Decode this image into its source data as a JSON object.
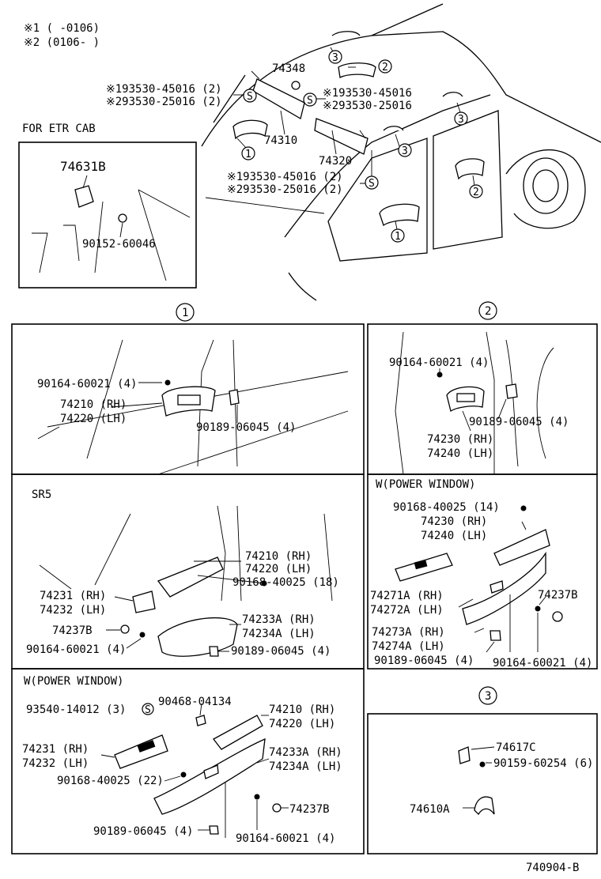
{
  "legend": {
    "note1": "※1 (     -0106)",
    "note2": "※2 (0106-      )"
  },
  "top": {
    "etr_cab_label": "FOR ETR CAB",
    "p74631B": "74631B",
    "p90152": "90152-60046",
    "p74348": "74348",
    "p74310": "74310",
    "p74320": "74320",
    "screw_a1": "※193530-45016 (2)",
    "screw_a2": "※293530-25016 (2)",
    "screw_b1": "※193530-45016",
    "screw_b2": "※293530-25016",
    "screw_c1": "※193530-45016 (2)",
    "screw_c2": "※293530-25016 (2)",
    "s_mark": "S",
    "num1": "1",
    "num2": "2",
    "num3": "3"
  },
  "sec1": {
    "title": "1",
    "a_bolt": "90164-60021 (4)",
    "a_rh": "74210 (RH)",
    "a_lh": "74220 (LH)",
    "a_clip": "90189-06045 (4)",
    "sr5_label": "SR5",
    "b_rh": "74210 (RH)",
    "b_lh": "74220 (LH)",
    "b_screw": "90168-40025 (18)",
    "b_sw_rh": "74231 (RH)",
    "b_sw_lh": "74232 (LH)",
    "b_arm_rh": "74233A (RH)",
    "b_arm_lh": "74234A (LH)",
    "b_plug": "74237B",
    "b_bolt": "90164-60021 (4)",
    "b_clip": "90189-06045 (4)",
    "pw_label": "W(POWER WINDOW)",
    "c_screw": "93540-14012 (3)",
    "c_s": "S",
    "c_nut": "90468-04134",
    "c_rh": "74210 (RH)",
    "c_lh": "74220 (LH)",
    "c_sw_rh": "74231 (RH)",
    "c_sw_lh": "74232 (LH)",
    "c_arm_rh": "74233A (RH)",
    "c_arm_lh": "74234A (LH)",
    "c_screw2": "90168-40025 (22)",
    "c_plug": "74237B",
    "c_clip": "90189-06045 (4)",
    "c_bolt": "90164-60021 (4)"
  },
  "sec2": {
    "title": "2",
    "a_bolt": "90164-60021 (4)",
    "a_clip": "90189-06045 (4)",
    "a_rh": "74230 (RH)",
    "a_lh": "74240 (LH)",
    "pw_label": "W(POWER WINDOW)",
    "b_screw": "90168-40025 (14)",
    "b_rh": "74230 (RH)",
    "b_lh": "74240 (LH)",
    "b_sw_rh": "74271A (RH)",
    "b_sw_lh": "74272A (LH)",
    "b_plug": "74237B",
    "b_arm_rh": "74273A (RH)",
    "b_arm_lh": "74274A (LH)",
    "b_clip": "90189-06045 (4)",
    "b_bolt": "90164-60021 (4)"
  },
  "sec3": {
    "title": "3",
    "p74617C": "74617C",
    "screw": "90159-60254 (6)",
    "p74610A": "74610A"
  },
  "diagram_id": "740904-B"
}
